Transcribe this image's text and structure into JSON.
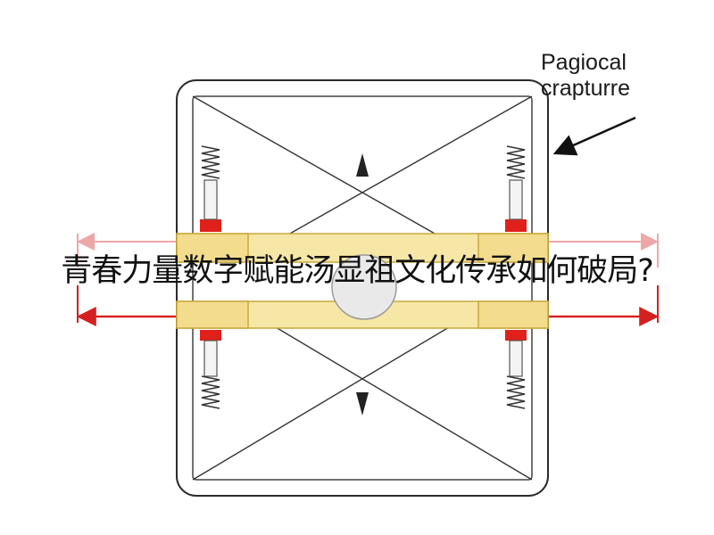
{
  "callout": {
    "line1": "Pagiocal",
    "line2": "crapturre"
  },
  "headline": "青春力量数字赋能汤显祖文化传承如何破局?",
  "colors": {
    "frame": "#2b2b2b",
    "bar_fill": "#f7e7a6",
    "bar_stroke": "#c9a93b",
    "red_block": "#e0201b",
    "arrow_strong": "#d42020",
    "arrow_faded": "#eea7a7",
    "spring": "#333333"
  },
  "icons": [
    "spring-icon",
    "arrow-icon",
    "triangle-marker-icon"
  ]
}
